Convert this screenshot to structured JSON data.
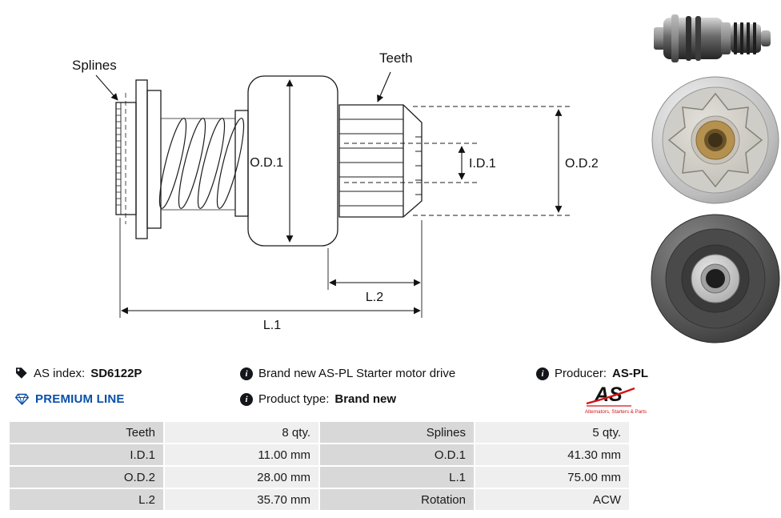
{
  "diagram": {
    "label_splines": "Splines",
    "label_teeth": "Teeth",
    "label_od1": "O.D.1",
    "label_id1": "I.D.1",
    "label_od2": "O.D.2",
    "label_l2": "L.2",
    "label_l1": "L.1"
  },
  "info": {
    "as_index_label": "AS index:",
    "as_index_value": "SD6122P",
    "description": "Brand new AS-PL Starter motor drive",
    "producer_label": "Producer:",
    "producer_value": "AS-PL",
    "premium_line_label": "PREMIUM LINE",
    "product_type_label": "Product type:",
    "product_type_value": "Brand new",
    "logo_text": "AS",
    "logo_subtext": "Alternators, Starters & Parts"
  },
  "table": {
    "rows": [
      {
        "c0": "Teeth",
        "c1": "8 qty.",
        "c2": "Splines",
        "c3": "5 qty."
      },
      {
        "c0": "I.D.1",
        "c1": "11.00 mm",
        "c2": "O.D.1",
        "c3": "41.30 mm"
      },
      {
        "c0": "O.D.2",
        "c1": "28.00 mm",
        "c2": "L.1",
        "c3": "75.00 mm"
      },
      {
        "c0": "L.2",
        "c1": "35.70 mm",
        "c2": "Rotation",
        "c3": "ACW"
      }
    ]
  },
  "colors": {
    "accent_blue": "#0a4fa8",
    "accent_red": "#d51317",
    "icon_dark": "#14161c",
    "table_label_bg": "#d8d8d8",
    "table_value_bg": "#efefef",
    "line_color": "#1c1c1c"
  }
}
